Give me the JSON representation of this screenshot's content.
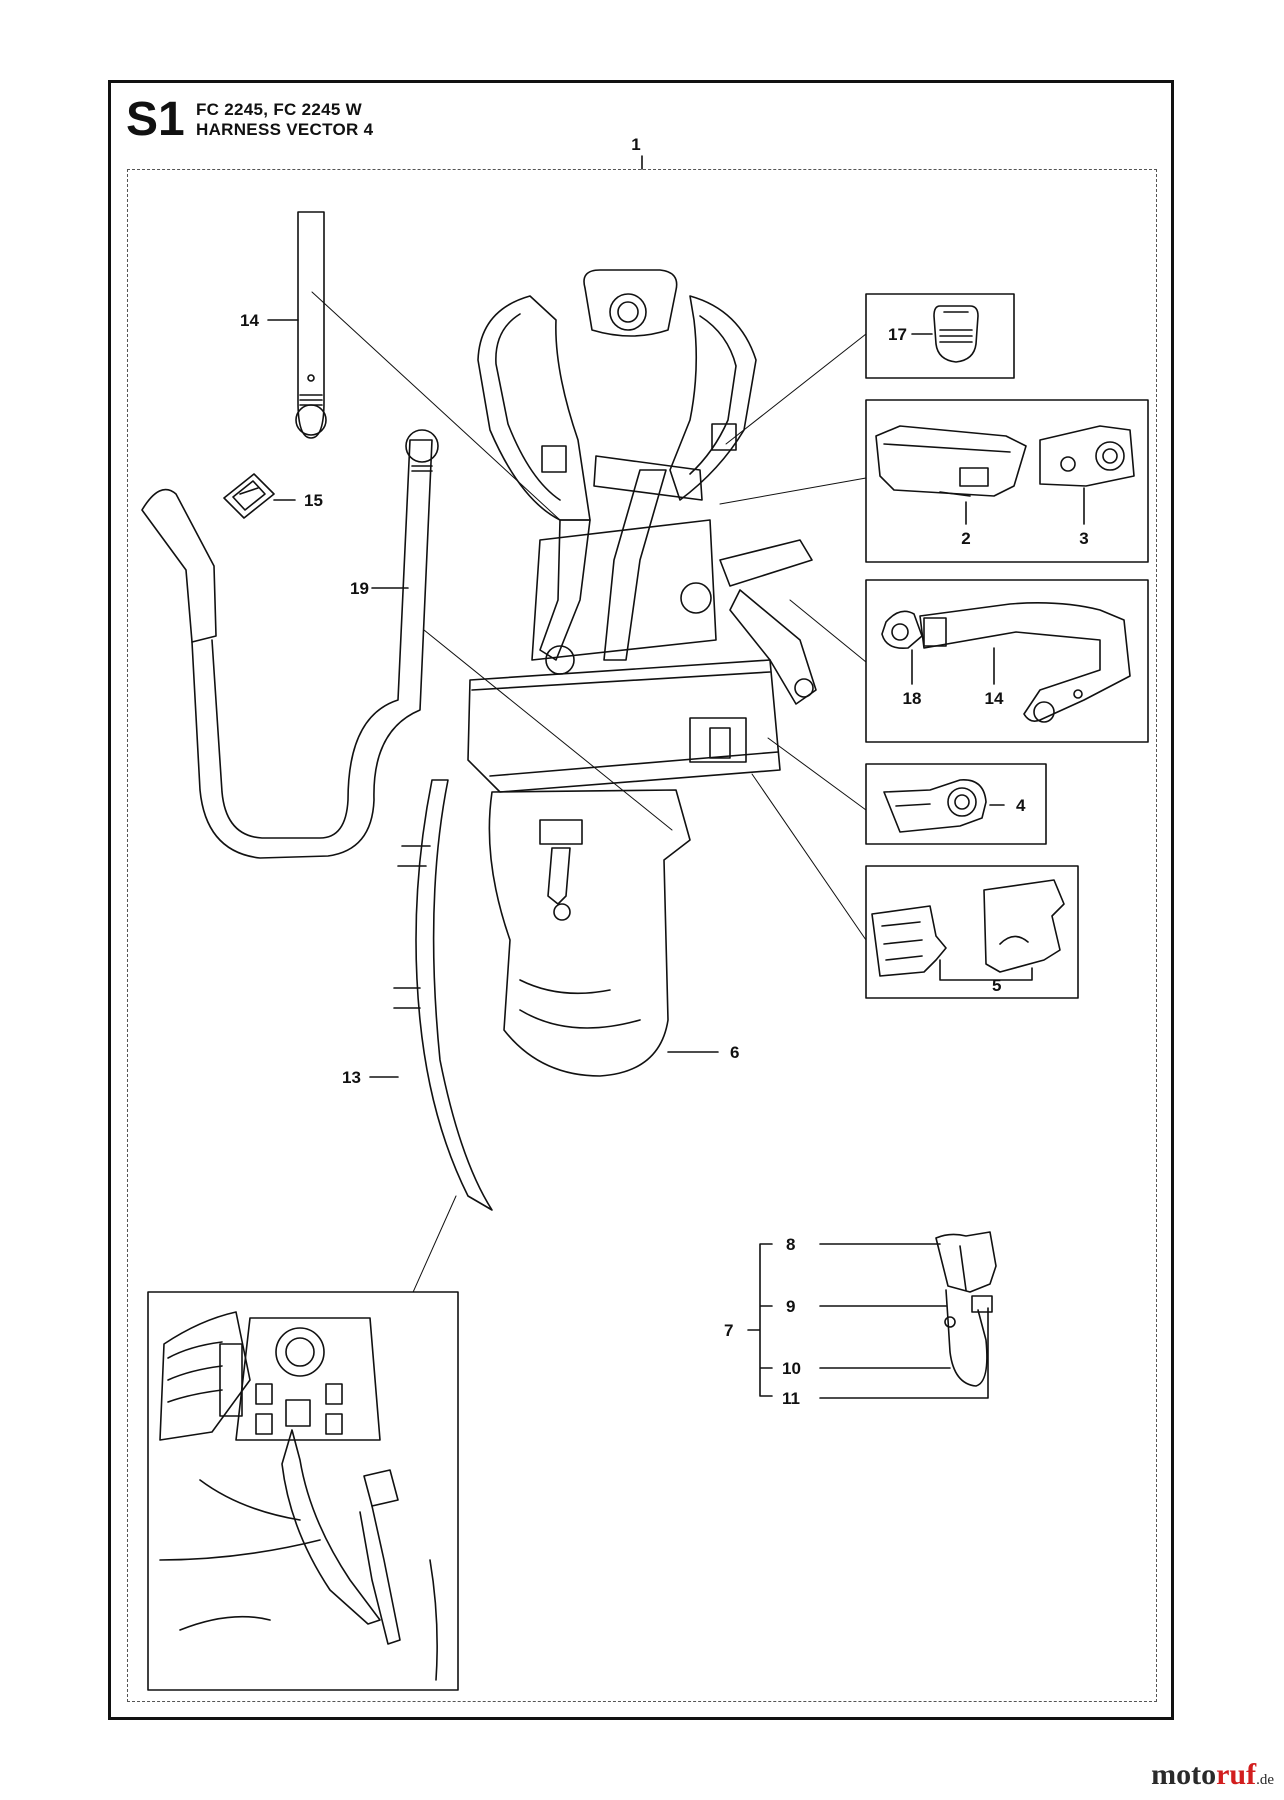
{
  "header": {
    "section_code": "S1",
    "models": "FC 2245, FC 2245 W",
    "title": "HARNESS VECTOR 4"
  },
  "callouts": {
    "p1": "1",
    "p2": "2",
    "p3": "3",
    "p4": "4",
    "p5": "5",
    "p6": "6",
    "p7": "7",
    "p8": "8",
    "p9": "9",
    "p10": "10",
    "p11": "11",
    "p13": "13",
    "p14a": "14",
    "p14b": "14",
    "p15": "15",
    "p17": "17",
    "p18": "18",
    "p19": "19"
  },
  "watermark": {
    "brand_pre": "moto",
    "brand_accent": "ruf",
    "tld": ".de"
  }
}
